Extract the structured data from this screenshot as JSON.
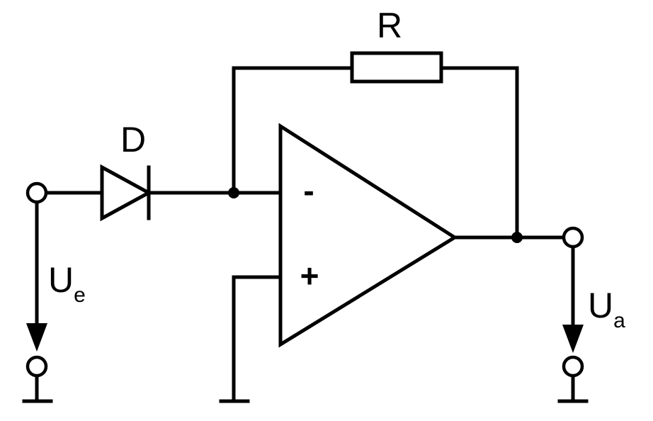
{
  "labels": {
    "resistor": "R",
    "diode": "D",
    "input_voltage_main": "U",
    "input_voltage_sub": "e",
    "output_voltage_main": "U",
    "output_voltage_sub": "a",
    "inverting_input": "-",
    "noninverting_input": "+"
  }
}
